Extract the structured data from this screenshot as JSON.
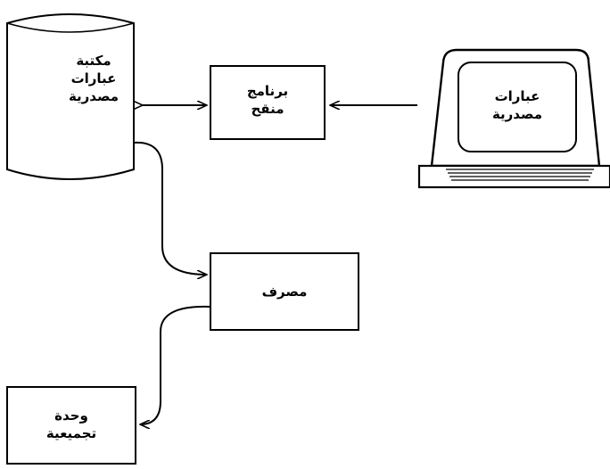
{
  "library": {
    "line1": "مكتبة",
    "line2": "عبارات",
    "line3": "مصدرية"
  },
  "editor": {
    "line1": "برنامج",
    "line2": "منقح"
  },
  "terminal": {
    "line1": "عبارات",
    "line2": "مصدرية"
  },
  "compiler": {
    "label": "مصرف"
  },
  "assembler": {
    "line1": "وحدة",
    "line2": "تجميعية"
  }
}
